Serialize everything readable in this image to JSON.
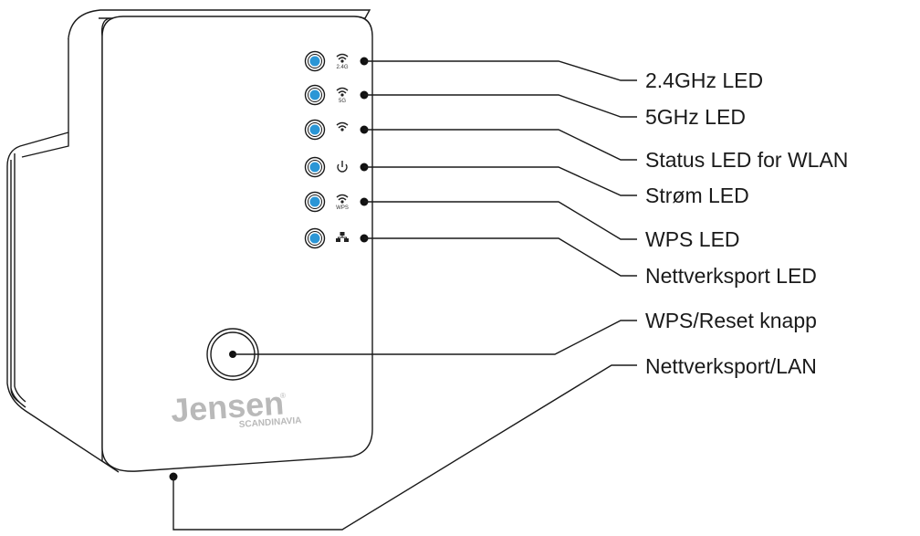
{
  "device": {
    "brand": "Jensen",
    "brand_sub": "SCANDINAVIA",
    "brand_mark": "®"
  },
  "leds": [
    {
      "icon": "wifi-icon",
      "caption": "2.4G",
      "label": "2.4GHz LED"
    },
    {
      "icon": "wifi-icon",
      "caption": "5G",
      "label": "5GHz LED"
    },
    {
      "icon": "wifi-icon",
      "caption": "",
      "label": "Status LED for WLAN"
    },
    {
      "icon": "power-icon",
      "caption": "",
      "label": "Strøm LED"
    },
    {
      "icon": "wifi-icon",
      "caption": "WPS",
      "label": "WPS LED"
    },
    {
      "icon": "network-icon",
      "caption": "",
      "label": "Nettverksport LED"
    }
  ],
  "button_label": "WPS/Reset knapp",
  "lan_label": "Nettverksport/LAN",
  "colors": {
    "led_blue": "#2b96d6",
    "led_ring": "#1a1a1a",
    "line": "#1a1a1a",
    "logo_gray": "#b9b9b9"
  }
}
